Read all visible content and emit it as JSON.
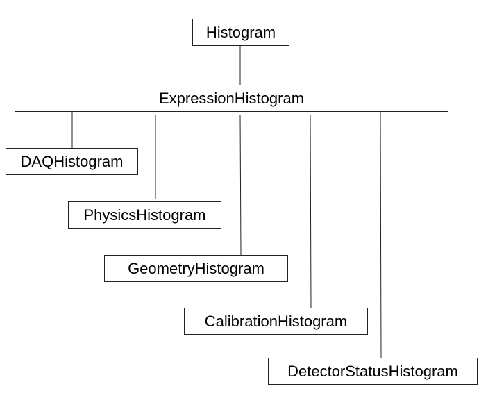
{
  "diagram": {
    "root": {
      "label": "Histogram"
    },
    "parent": {
      "label": "ExpressionHistogram"
    },
    "children": [
      {
        "label": "DAQHistogram"
      },
      {
        "label": "PhysicsHistogram"
      },
      {
        "label": "GeometryHistogram"
      },
      {
        "label": "CalibrationHistogram"
      },
      {
        "label": "DetectorStatusHistogram"
      }
    ],
    "colors": {
      "line": "#222222",
      "box_border": "#222222",
      "text": "#000000",
      "background": "#ffffff"
    }
  }
}
